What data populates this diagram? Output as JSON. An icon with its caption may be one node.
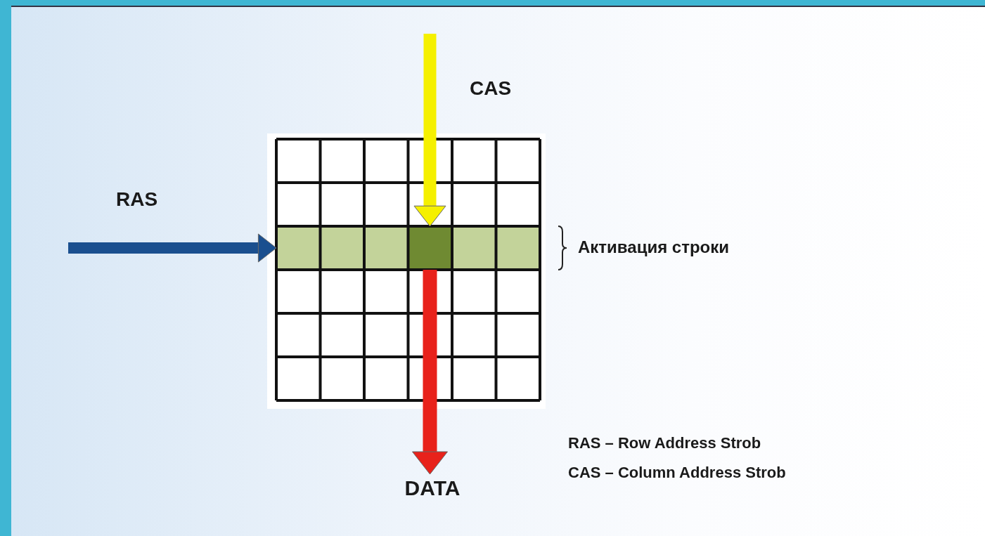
{
  "diagram": {
    "nodes": [
      {
        "text": [],
        "shape": "box"
      },
      {
        "text": [],
        "shape": "bar",
        "in": 0
      },
      {
        "text": [],
        "shape": "box",
        "in": 1
      },
      {
        "text": [
          "DATA"
        ]
      }
    ],
    "edges": [
      {
        "from": null,
        "to": 1,
        "arrow": "to",
        "label": "RAS",
        "color": "#1a4f8f"
      },
      {
        "from": null,
        "to": 2,
        "arrow": "to",
        "label": "CAS",
        "color": "#f5f000"
      },
      {
        "from": 2,
        "to": 3,
        "arrow": "to",
        "color": "#e8221b"
      }
    ],
    "labels": [
      "Активация строки",
      "RAS – Row Address Strob",
      "CAS – Column Address Strob"
    ]
  }
}
